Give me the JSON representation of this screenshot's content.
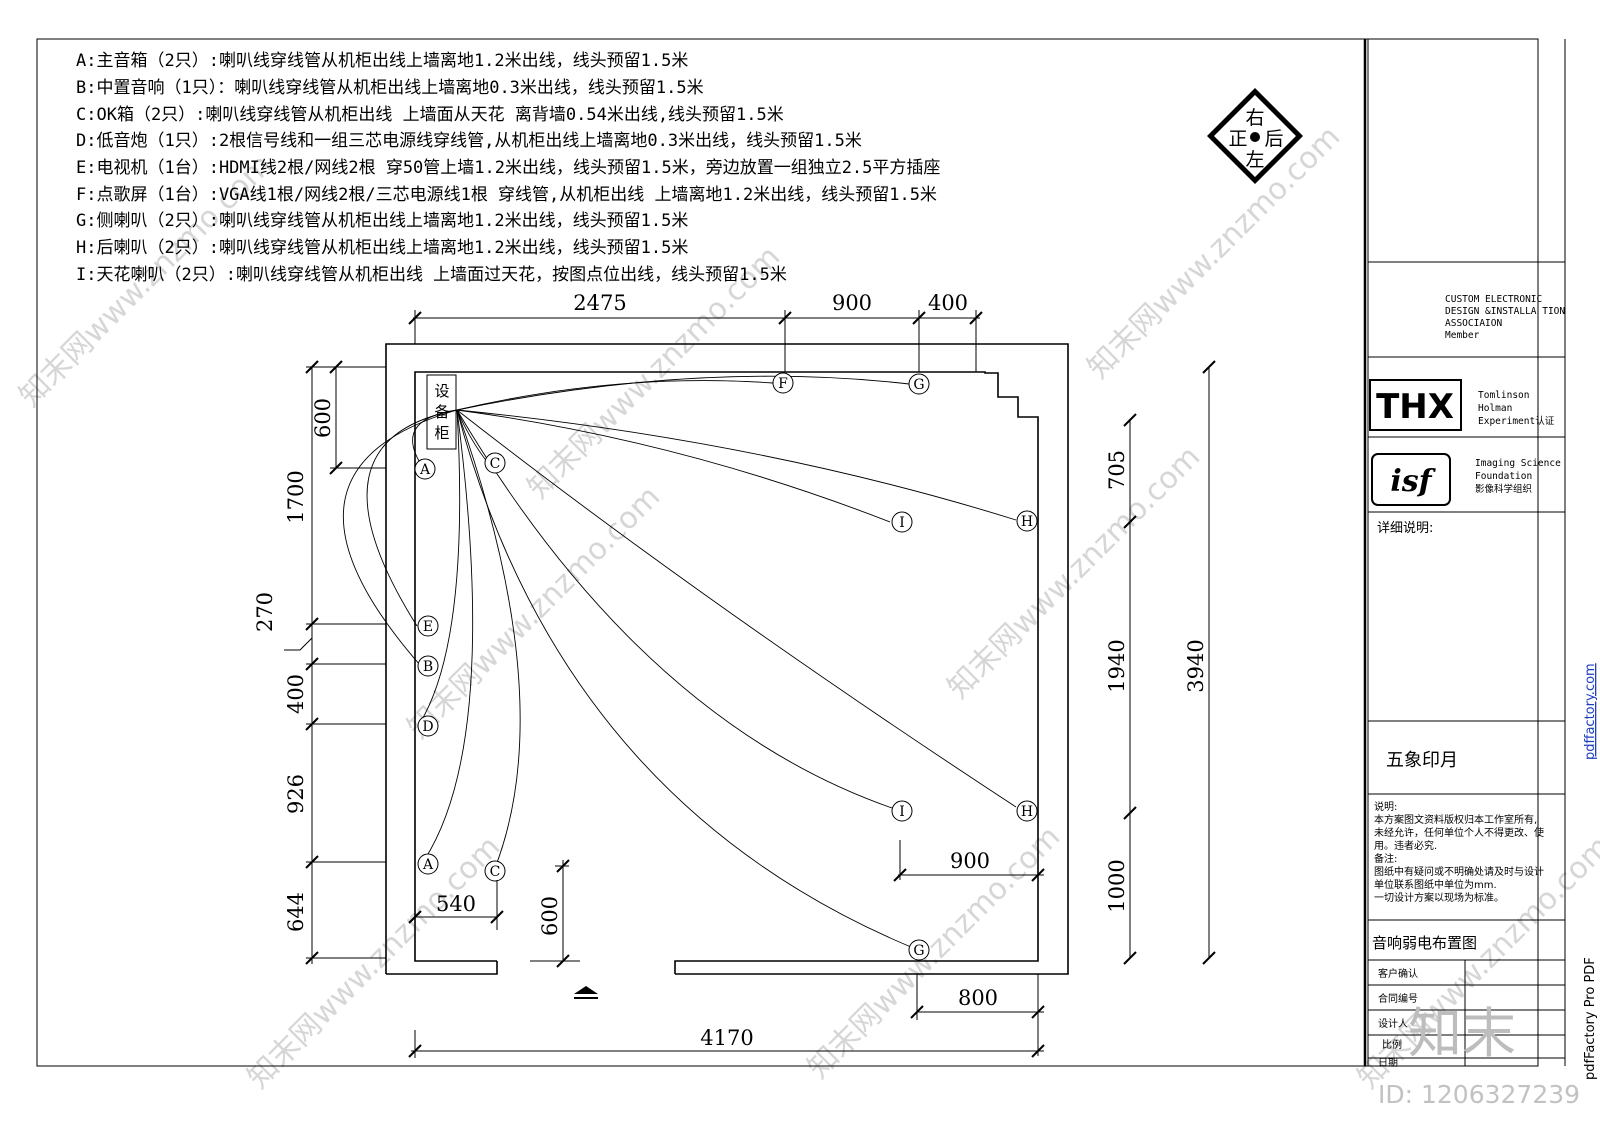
{
  "notes": [
    "A:主音箱（2只）:喇叭线穿线管从机柜出线上墙离地1.2米出线，线头预留1.5米",
    "B:中置音响（1只）：喇叭线穿线管从机柜出线上墙离地0.3米出线，线头预留1.5米",
    "C:OK箱（2只）:喇叭线穿线管从机柜出线 上墙面从天花 离背墙0.54米出线,线头预留1.5米",
    "D:低音炮（1只）:2根信号线和一组三芯电源线穿线管,从机柜出线上墙离地0.3米出线，线头预留1.5米",
    "E:电视机（1台）:HDMI线2根/网线2根 穿50管上墙1.2米出线，线头预留1.5米，旁边放置一组独立2.5平方插座",
    "F:点歌屏（1台）:VGA线1根/网线2根/三芯电源线1根 穿线管,从机柜出线 上墙离地1.2米出线，线头预留1.5米",
    "G:侧喇叭（2只）:喇叭线穿线管从机柜出线上墙离地1.2米出线，线头预留1.5米",
    "H:后喇叭（2只）:喇叭线穿线管从机柜出线上墙离地1.2米出线，线头预留1.5米",
    "I:天花喇叭（2只）:喇叭线穿线管从机柜出线 上墙面过天花，按图点位出线，线头预留1.5米"
  ],
  "compass": {
    "top": "右",
    "left": "正",
    "right": "后",
    "bottom": "左"
  },
  "cabinet_label": "设备柜",
  "dimensions": {
    "top_a": "2475",
    "top_b": "900",
    "top_c": "400",
    "left_1": "600",
    "left_2": "1700",
    "left_3": "270",
    "left_4": "400",
    "left_5": "926",
    "left_6": "644",
    "right_1": "705",
    "right_2": "1940",
    "right_3": "1000",
    "right_total": "3940",
    "bottom_540": "540",
    "bottom_600": "600",
    "inner_900": "900",
    "bottom_800": "800",
    "bottom_total": "4170"
  },
  "speakers": {
    "A": "A",
    "B": "B",
    "C": "C",
    "D": "D",
    "E": "E",
    "F": "F",
    "G": "G",
    "H": "H",
    "I": "I"
  },
  "title_block": {
    "assoc_1": "CUSTOM ELECTRONIC",
    "assoc_2": "DESIGN &INSTALLA TION",
    "assoc_3": "ASSOCIAION",
    "assoc_4": "Member",
    "thx_logo": "THX",
    "thx_1": "Tomlinson",
    "thx_2": "Holman",
    "thx_3": "Experiment认证",
    "isf_logo": "isf",
    "isf_1": "Imaging Science",
    "isf_2": "Foundation",
    "isf_3": "影像科学组织",
    "details": "详细说明:",
    "studio": "五象印月",
    "remark_1": "说明:",
    "remark_2": "本方案图文资料版权归本工作室所有,",
    "remark_3": "未经允许，任何单位个人不得更改、使",
    "remark_4": "用。违者必究.",
    "remark_5": "备注:",
    "remark_6": "图纸中有疑问或不明确处请及时与设计",
    "remark_7": "单位联系图纸中单位为mm.",
    "remark_8": "一切设计方案以现场为标准。",
    "drawing_title": "音响弱电布置图",
    "row_1": "客户确认",
    "row_2": "合同编号",
    "row_3": "设计人",
    "row_4": "比例",
    "row_5": "日期"
  },
  "watermarks": {
    "site": "知末网www.znzmo.com",
    "brand": "知末",
    "id": "ID: 1206327239",
    "pdf_side": "pdfFactory Pro PDF",
    "pdf_url": "pdffactory.com"
  }
}
